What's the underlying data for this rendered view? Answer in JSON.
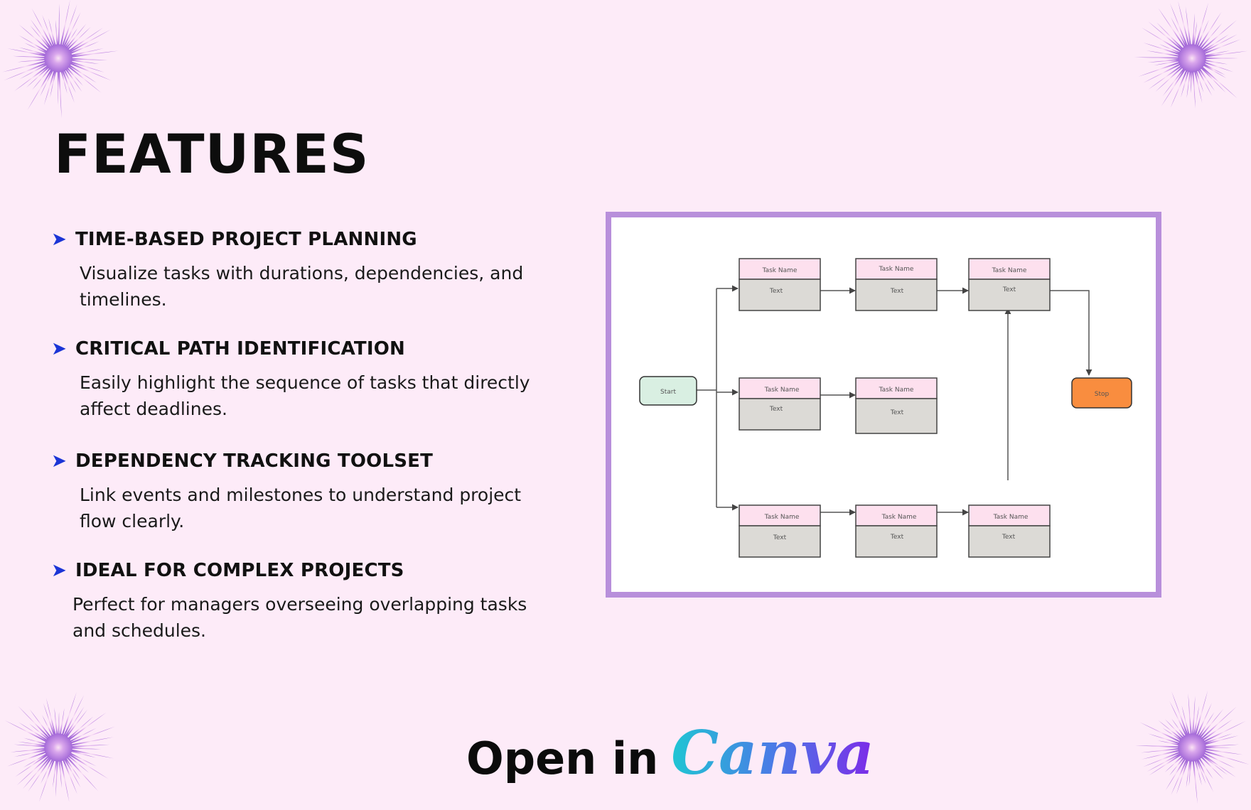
{
  "page": {
    "title": "FEATURES",
    "background_color": "#fdebf8",
    "accent_color": "#b88fdb",
    "arrow_color": "#1b34d6"
  },
  "features": [
    {
      "title": "TIME-BASED PROJECT PLANNING",
      "description": "Visualize tasks with durations, dependencies, and timelines."
    },
    {
      "title": "CRITICAL PATH IDENTIFICATION",
      "description": "Easily highlight the sequence of tasks that directly affect deadlines."
    },
    {
      "title": "DEPENDENCY TRACKING TOOLSET",
      "description": "Link events and milestones to understand project flow clearly."
    },
    {
      "title": "IDEAL FOR COMPLEX PROJECTS",
      "description": "Perfect for managers overseeing overlapping tasks and schedules."
    }
  ],
  "diagram": {
    "start_label": "Start",
    "stop_label": "Stop",
    "task_header": "Task Name",
    "task_body": "Text",
    "colors": {
      "start": "#d9efe2",
      "stop": "#f98d3f",
      "task_header": "#fde0ee",
      "task_body": "#dcdad6"
    }
  },
  "cta": {
    "text": "Open in",
    "brand": "Canva"
  }
}
